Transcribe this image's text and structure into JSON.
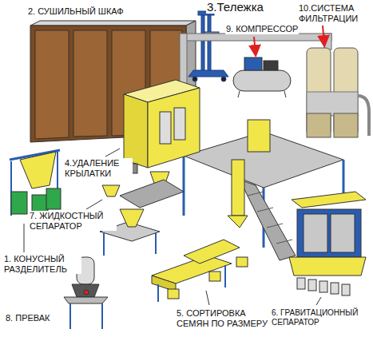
{
  "diagram": {
    "labels": [
      "2. СУШИЛЬНЫЙ ШКАФ",
      "3.Тележка",
      "9. КОМПРЕССОР",
      "10.СИСТЕМА ФИЛЬТРАЦИИ",
      "4.УДАЛЕНИЕ КРЫЛАТКИ",
      "7. ЖИДКОСТНЫЙ СЕПАРАТОР",
      "1. КОНУСНЫЙ РАЗДЕЛИТЕЛЬ",
      "8. ПРЕВАК",
      "5. СОРТИРОВКА СЕМЯН ПО РАЗМЕРУ",
      "6. ГРАВИТАЦИОННЫЙ СЕПАРАТОР"
    ]
  }
}
